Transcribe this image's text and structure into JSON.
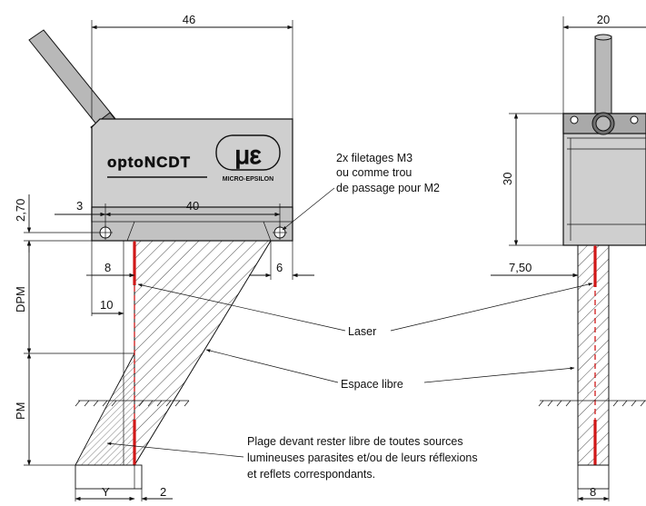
{
  "colors": {
    "laser": "#d01818",
    "housing": "#cfcfcf",
    "housing_dark": "#a9a9a9",
    "cable": "#b8b8b8",
    "line": "#111111"
  },
  "front_view": {
    "brand": "optoNCDT",
    "manufacturer": "MICRO-EPSILON",
    "logo_mark": "με",
    "dims": {
      "width": "46",
      "hole_spacing": "40",
      "hole_offset": "3",
      "height_to_axis": "2,70",
      "laser_offset": "8",
      "right_offset": "6",
      "clearance_offset": "10",
      "bottom_y": "Y",
      "bottom_gap": "2",
      "dpm": "DPM",
      "pm": "PM"
    }
  },
  "side_view": {
    "dims": {
      "width": "20",
      "height": "30",
      "laser_offset": "7,50",
      "bottom_width": "8"
    }
  },
  "annotations": {
    "threads": [
      "2x filetages M3",
      "ou comme trou",
      "de passage pour M2"
    ],
    "laser": "Laser",
    "free_space": "Espace libre",
    "note": [
      "Plage devant rester libre de toutes sources",
      "lumineuses parasites et/ou de leurs réflexions",
      "et reflets correspondants."
    ]
  }
}
